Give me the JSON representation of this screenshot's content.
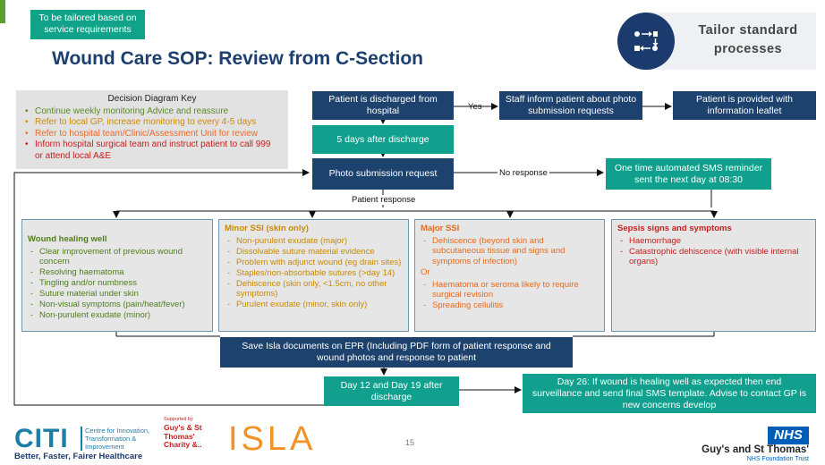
{
  "tailor_note": "To be tailored based on service requirements",
  "title": "Wound Care SOP: Review from C-Section",
  "badge": {
    "label": "Tailor standard processes",
    "icon": "process-icon"
  },
  "key": {
    "title": "Decision Diagram Key",
    "items": [
      {
        "text": "Continue weekly monitoring Advice and reassure",
        "color": "#5b8a24"
      },
      {
        "text": "Refer to local GP, increase monitoring to every 4-5 days",
        "color": "#d08a00"
      },
      {
        "text": "Refer to hospital team/Clinic/Assessment Unit for review",
        "color": "#e86b2c"
      },
      {
        "text": "Inform hospital surgical team and instruct patient to call 999 or attend local A&E",
        "color": "#c41f1f"
      }
    ]
  },
  "flow": {
    "discharged": "Patient is discharged from hospital",
    "yes": "Yes",
    "staff_inform": "Staff inform patient about photo submission requests",
    "leaflet": "Patient is provided with information leaflet",
    "five_days": "5 days after discharge",
    "photo_request": "Photo submission request",
    "no_response": "No response",
    "sms_reminder": "One time automated SMS reminder sent the next day at 08:30",
    "patient_response": "Patient response",
    "save_isla": "Save Isla documents on EPR (Including PDF form of patient response and wound photos and response to patient",
    "day12": "Day 12 and Day 19 after discharge",
    "day26": "Day 26: If wound is healing well as expected then end surveillance and send final SMS template. Advise to contact GP is new concerns develop"
  },
  "panels": {
    "healing": {
      "title": "Wound healing well",
      "items": [
        "Clear improvement of previous wound concern",
        "Resolving haematoma",
        "Tingling and/or numbness",
        "Suture material under skin",
        "Non-visual symptoms (pain/heat/fever)",
        "Non-purulent exudate (minor)"
      ]
    },
    "minor": {
      "title": "Minor SSI (skin only)",
      "items": [
        "Non-purulent exudate (major)",
        "Dissolvable suture material evidence",
        "Problem with adjunct wound (eg drain sites)",
        "Staples/non-absorbable sutures (>day 14)",
        "Dehiscence (skin only, <1.5cm, no other symptoms)",
        "Purulent exudate (minor, skin only)"
      ]
    },
    "major": {
      "title": "Major SSI",
      "items_a": [
        "Dehiscence (beyond skin and subcutaneous tissue and signs and symptoms of infection)"
      ],
      "or": "Or",
      "items_b": [
        "Haematoma or seroma likely to require surgical revision",
        "Spreading cellulitis"
      ]
    },
    "sepsis": {
      "title": "Sepsis signs and symptoms",
      "items": [
        "Haemorrhage",
        "Catastrophic dehiscence (with visible internal organs)"
      ]
    }
  },
  "footer": {
    "citi": "CITI",
    "citi_sub": "Centre for Innovation, Transformation & Improvement",
    "citi_tag": "Better, Faster, Fairer Healthcare",
    "supported": "Supported by",
    "charity": "Guy's & St Thomas' Charity &..",
    "isla": "ISLA",
    "page": "15",
    "nhs": "NHS",
    "gst": "Guy's and St Thomas'",
    "nft": "NHS Foundation Trust"
  },
  "colors": {
    "navy": "#1d426d",
    "teal": "#10a08d",
    "panel_border": "#6b9ab0"
  }
}
